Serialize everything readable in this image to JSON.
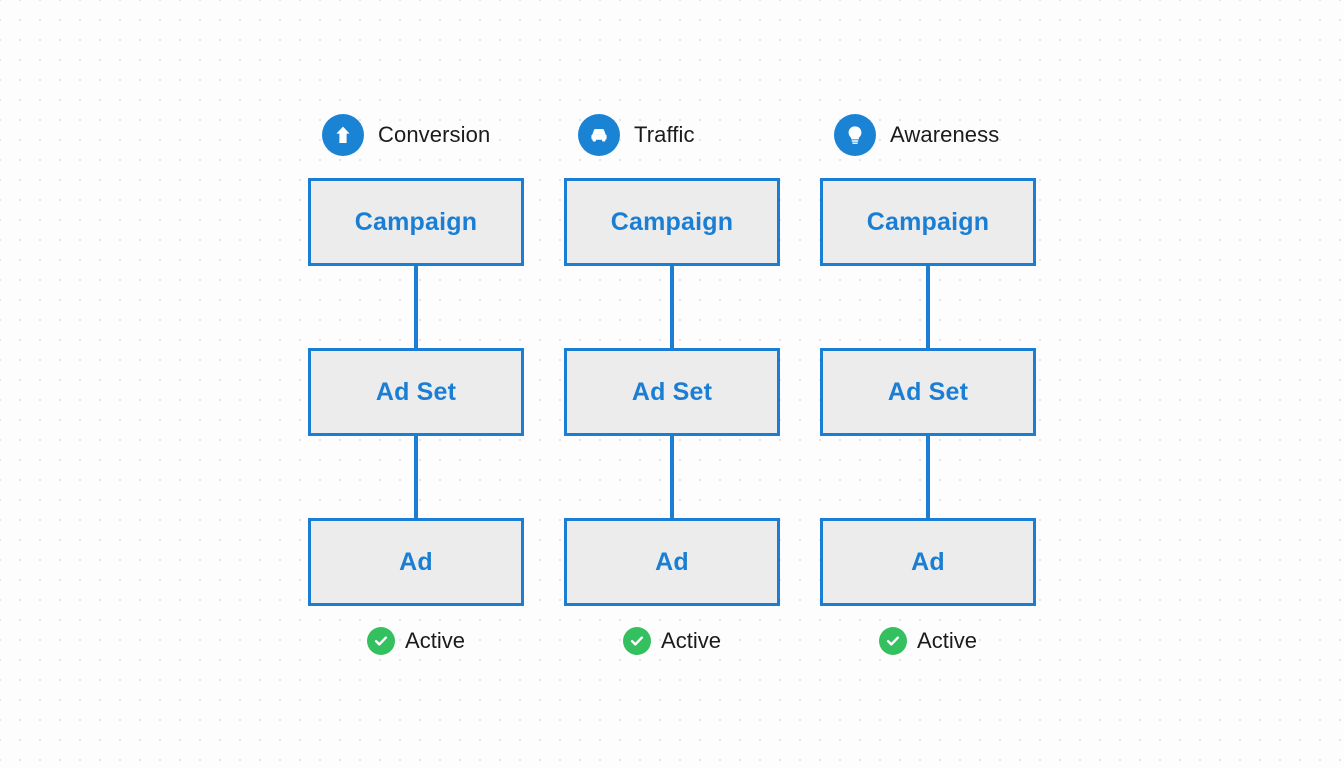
{
  "canvas": {
    "background_color": "#fdfdfe",
    "dot_color": "#e4e4ea",
    "accent_blue": "#1a7fd4",
    "icon_blue": "#1a83d4",
    "node_fill": "#ececec",
    "status_green": "#35c05f",
    "text_dark": "#1b1b1b"
  },
  "diagram": {
    "type": "hierarchy",
    "columns": [
      {
        "objective_label": "Conversion",
        "objective_icon": "arrow-up-icon",
        "nodes": [
          {
            "label": "Campaign"
          },
          {
            "label": "Ad Set"
          },
          {
            "label": "Ad"
          }
        ],
        "status": {
          "label": "Active",
          "icon": "check-circle-icon"
        }
      },
      {
        "objective_label": "Traffic",
        "objective_icon": "car-icon",
        "nodes": [
          {
            "label": "Campaign"
          },
          {
            "label": "Ad Set"
          },
          {
            "label": "Ad"
          }
        ],
        "status": {
          "label": "Active",
          "icon": "check-circle-icon"
        }
      },
      {
        "objective_label": "Awareness",
        "objective_icon": "lightbulb-icon",
        "nodes": [
          {
            "label": "Campaign"
          },
          {
            "label": "Ad Set"
          },
          {
            "label": "Ad"
          }
        ],
        "status": {
          "label": "Active",
          "icon": "check-circle-icon"
        }
      }
    ]
  }
}
